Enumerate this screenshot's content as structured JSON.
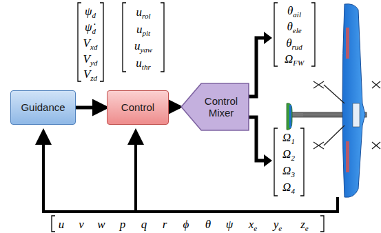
{
  "diagram": {
    "nodes": [
      {
        "text": [
          "Guidance"
        ]
      },
      {
        "text": [
          "Control"
        ]
      },
      {
        "text": [
          "Control Mixer"
        ]
      }
    ],
    "edges": [
      {
        "from": 0,
        "to": 1,
        "arrow": "to"
      },
      {
        "from": 1,
        "to": 2,
        "arrow": "to"
      }
    ],
    "labels": [
      "ψd",
      "ψ̇d",
      "Vxd",
      "Vyd",
      "Vzd",
      "urol",
      "upit",
      "uyaw",
      "uthr",
      "θail",
      "θele",
      "θrud",
      "ΩFW",
      "Ω1",
      "Ω2",
      "Ω3",
      "Ω4",
      "u",
      "v",
      "w",
      "p",
      "q",
      "r",
      "ϕ",
      "θ",
      "ψ",
      "xe",
      "ye",
      "ze"
    ]
  }
}
